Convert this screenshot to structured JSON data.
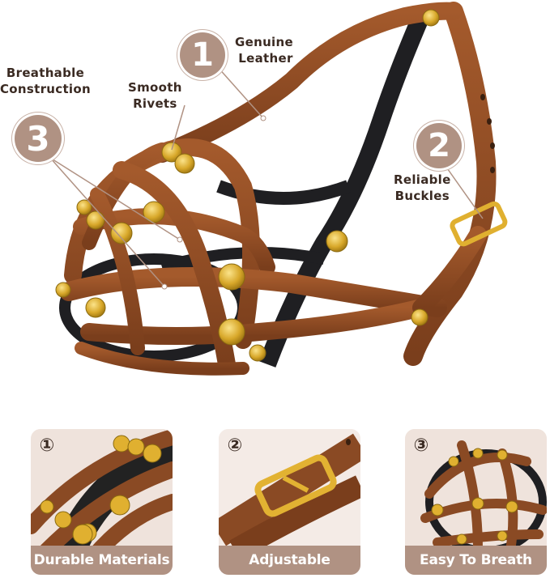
{
  "callouts": [
    {
      "number": "1",
      "label_line1": "Genuine",
      "label_line2": "Leather"
    },
    {
      "number": "2",
      "label_line1": "Reliable",
      "label_line2": "Buckles"
    },
    {
      "number": "3",
      "label_line1": "Breathable",
      "label_line2": "Construction"
    }
  ],
  "extra_callout": {
    "label_line1": "Smooth",
    "label_line2": "Rivets"
  },
  "panels": [
    {
      "number": "①",
      "label": "Durable Materials"
    },
    {
      "number": "②",
      "label": "Adjustable"
    },
    {
      "number": "③",
      "label": "Easy To Breath"
    }
  ],
  "colors": {
    "leather": "#8a4a24",
    "leather_dark": "#5e2f15",
    "lining": "#2a2a2e",
    "brass": "#d8a82a",
    "accent": "#b09283"
  }
}
